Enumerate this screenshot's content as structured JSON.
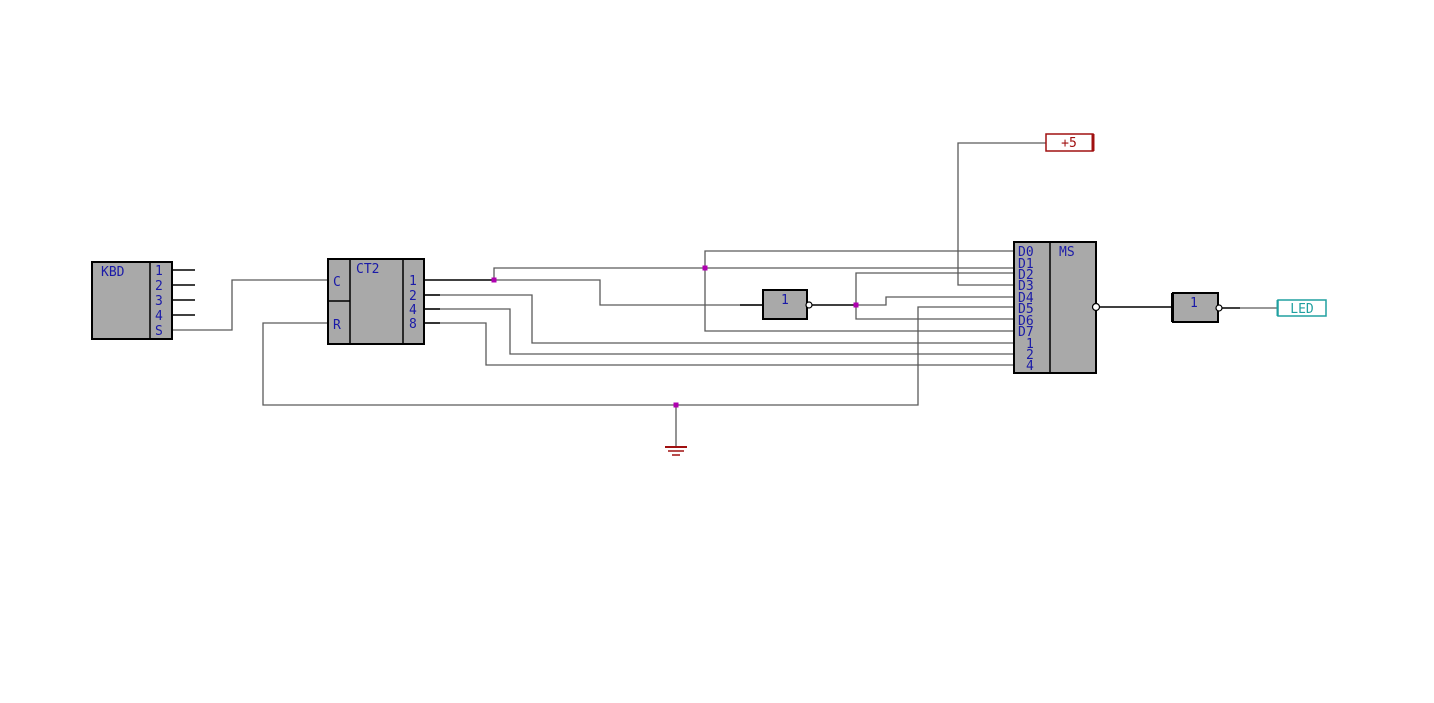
{
  "components": {
    "keyboard": {
      "title": "KBD",
      "pins": [
        "1",
        "2",
        "3",
        "4",
        "S"
      ]
    },
    "counter": {
      "title": "CT2",
      "inputs": [
        "C",
        "R"
      ],
      "outputs": [
        "1",
        "2",
        "4",
        "8"
      ]
    },
    "inverter_1": {
      "label": "1"
    },
    "multiplexer": {
      "title": "MS",
      "pins": [
        "D0",
        "D1",
        "D2",
        "D3",
        "D4",
        "D5",
        "D6",
        "D7",
        "1",
        "2",
        "4"
      ]
    },
    "inverter_2": {
      "label": "1"
    },
    "power": {
      "label": "+5"
    },
    "led": {
      "label": "LED"
    }
  },
  "colors": {
    "chip_fill": "#a9a9a9",
    "pin_text": "#1a1aa8",
    "wire": "#5a5a5a",
    "junction": "#b000b0",
    "power": "#a01010",
    "ground": "#a01010",
    "led": "#20a0a0"
  }
}
